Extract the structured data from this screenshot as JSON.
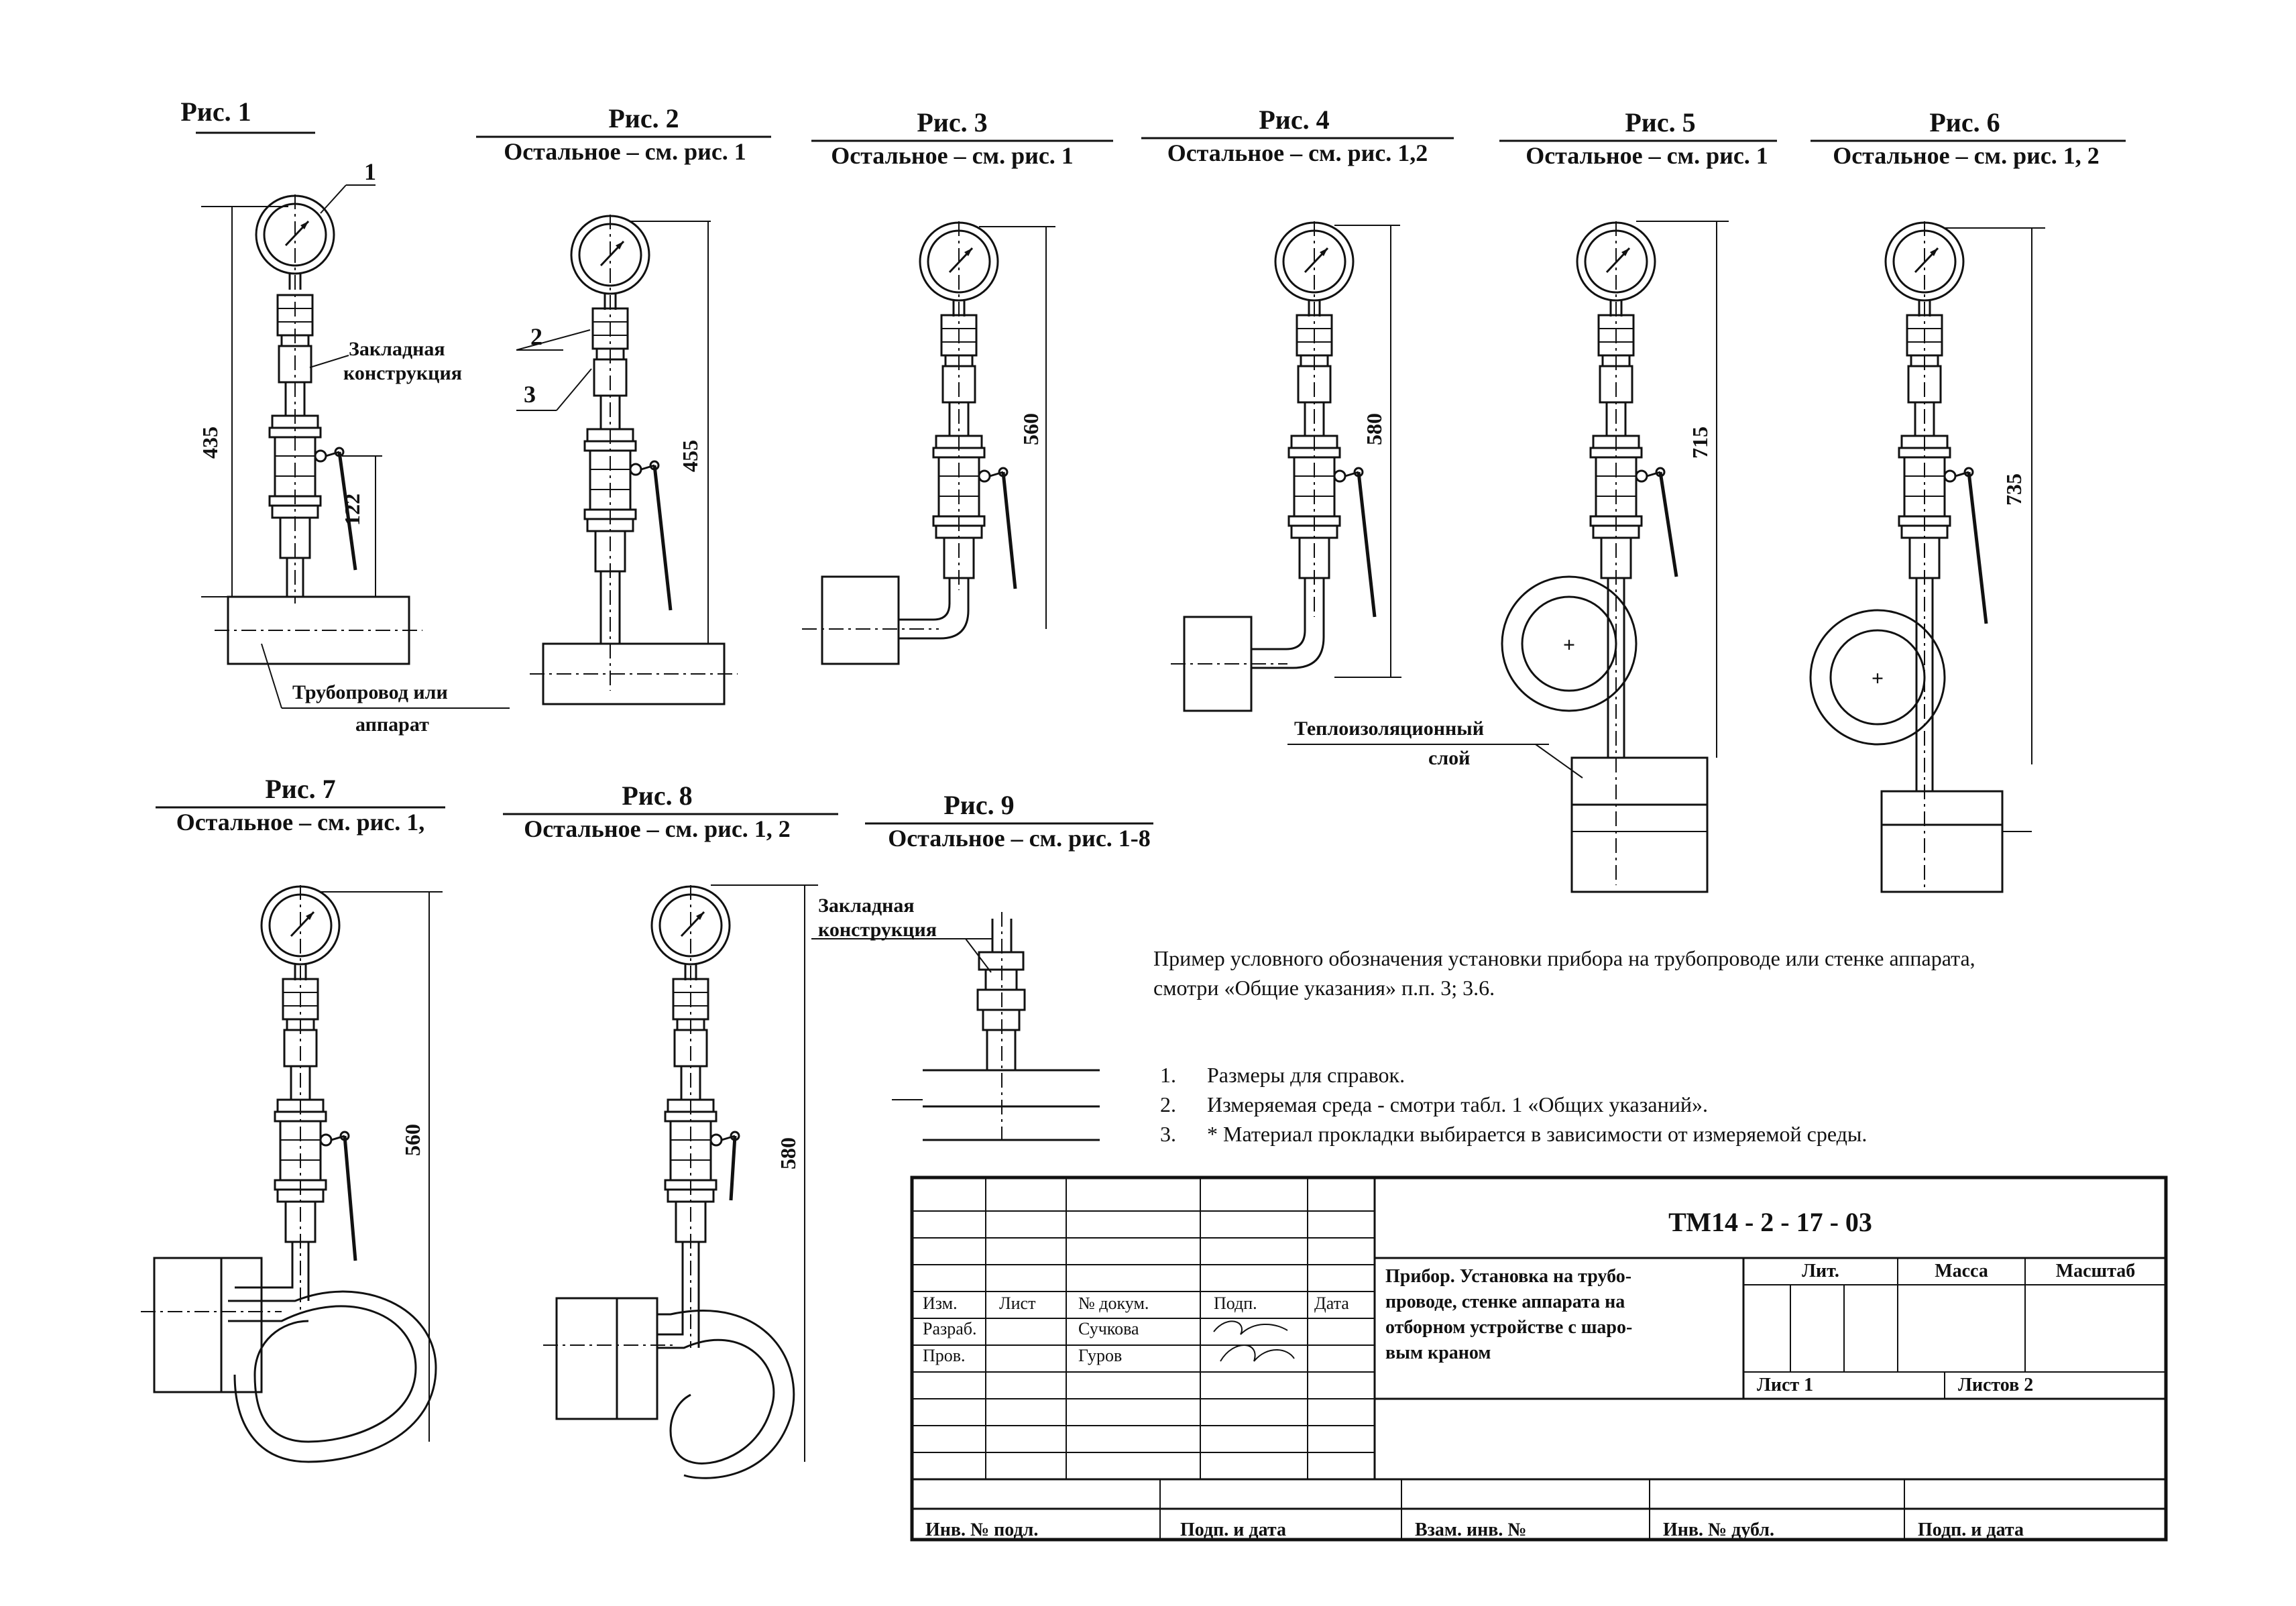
{
  "figures": [
    {
      "title": "Рис. 1",
      "subtitle": "",
      "dimension": "435",
      "dimension2": "122",
      "callout": "1"
    },
    {
      "title": "Рис. 2",
      "subtitle": "Остальное – см. рис. 1",
      "dimension": "455",
      "callout_a": "2",
      "callout_b": "3"
    },
    {
      "title": "Рис. 3",
      "subtitle": "Остальное – см. рис. 1",
      "dimension": "560"
    },
    {
      "title": "Рис. 4",
      "subtitle": "Остальное – см. рис. 1,2",
      "dimension": "580"
    },
    {
      "title": "Рис. 5",
      "subtitle": "Остальное – см. рис. 1",
      "dimension": "715"
    },
    {
      "title": "Рис. 6",
      "subtitle": "Остальное – см. рис. 1, 2",
      "dimension": "735"
    },
    {
      "title": "Рис. 7",
      "subtitle": "Остальное – см. рис. 1,",
      "dimension": "560"
    },
    {
      "title": "Рис. 8",
      "subtitle": "Остальное – см. рис. 1, 2",
      "dimension": "580"
    },
    {
      "title": "Рис. 9",
      "subtitle": "Остальное – см. рис. 1-8"
    }
  ],
  "labels": {
    "embedded_line1": "Закладная",
    "embedded_line2": "конструкция",
    "pipeline_line1": "Трубопровод или",
    "pipeline_line2": "аппарат",
    "insulation_line1": "Теплоизоляционный",
    "insulation_line2": "слой",
    "embedded9_line1": "Закладная",
    "embedded9_line2": "конструкция"
  },
  "example_note": {
    "line1": "Пример условного обозначения  установки  прибора на трубопроводе или стенке аппарата,",
    "line2": "смотри  «Общие указания»  п.п. 3;  3.6."
  },
  "notes": [
    {
      "num": "1.",
      "text": "Размеры для справок."
    },
    {
      "num": "2.",
      "text": "Измеряемая среда  -  смотри  табл. 1  «Общих указаний»."
    },
    {
      "num": "3.",
      "text": " * Материал  прокладки  выбирается  в  зависимости  от  измеряемой  среды."
    }
  ],
  "title_block": {
    "code": "ТМ14 -  2  - 17 - 03",
    "name_line1": "Прибор. Установка на трубо-",
    "name_line2": "проводе, стенке аппарата на",
    "name_line3": "отборном устройстве с шаро-",
    "name_line4": "вым краном",
    "head": {
      "izm": "Изм.",
      "list": "Лист",
      "doc": "№ докум.",
      "sign": "Подп.",
      "date": "Дата"
    },
    "rows": [
      {
        "role": "Разраб.",
        "name": "Сучкова"
      },
      {
        "role": "Пров.",
        "name": "Гуров"
      }
    ],
    "lit": "Лит.",
    "mass": "Масса",
    "scale": "Масштаб",
    "sheet": "Лист  1",
    "sheets": "Листов 2",
    "bottom": [
      "Инв. № подл.",
      "Подп. и дата",
      "Взам. инв. №",
      "Инв. № дубл.",
      "Подп. и дата"
    ]
  }
}
